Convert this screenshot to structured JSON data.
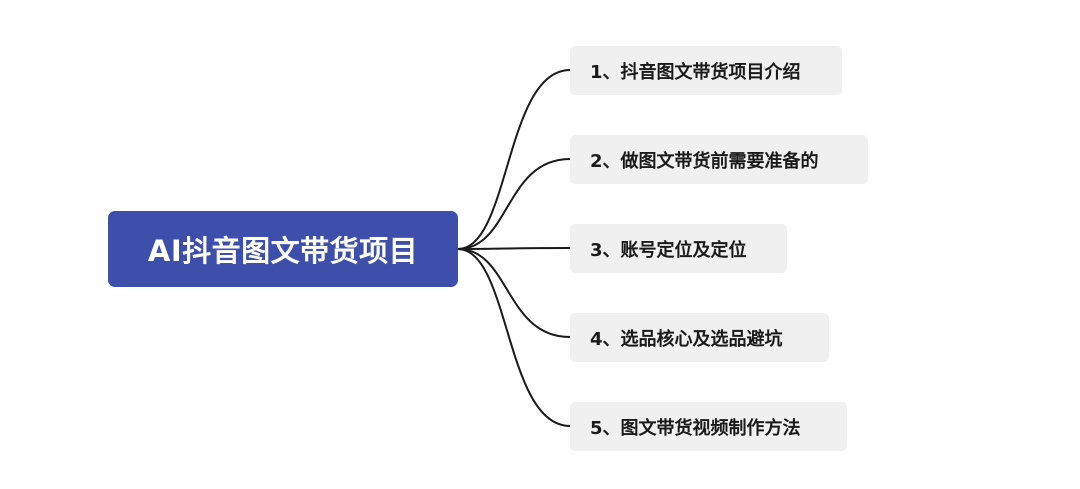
{
  "mindmap": {
    "root": {
      "label": "AI抖音图文带货项目"
    },
    "branches": [
      {
        "label": "1、抖音图文带货项目介绍"
      },
      {
        "label": "2、做图文带货前需要准备的"
      },
      {
        "label": "3、账号定位及定位"
      },
      {
        "label": "4、选品核心及选品避坑"
      },
      {
        "label": "5、图文带货视频制作方法"
      }
    ]
  },
  "colors": {
    "root_fill": "#3d4fab",
    "root_text": "#ffffff",
    "branch_fill": "#f0f0f0",
    "branch_text": "#1a1a1a",
    "connector": "#1a1a1a"
  }
}
